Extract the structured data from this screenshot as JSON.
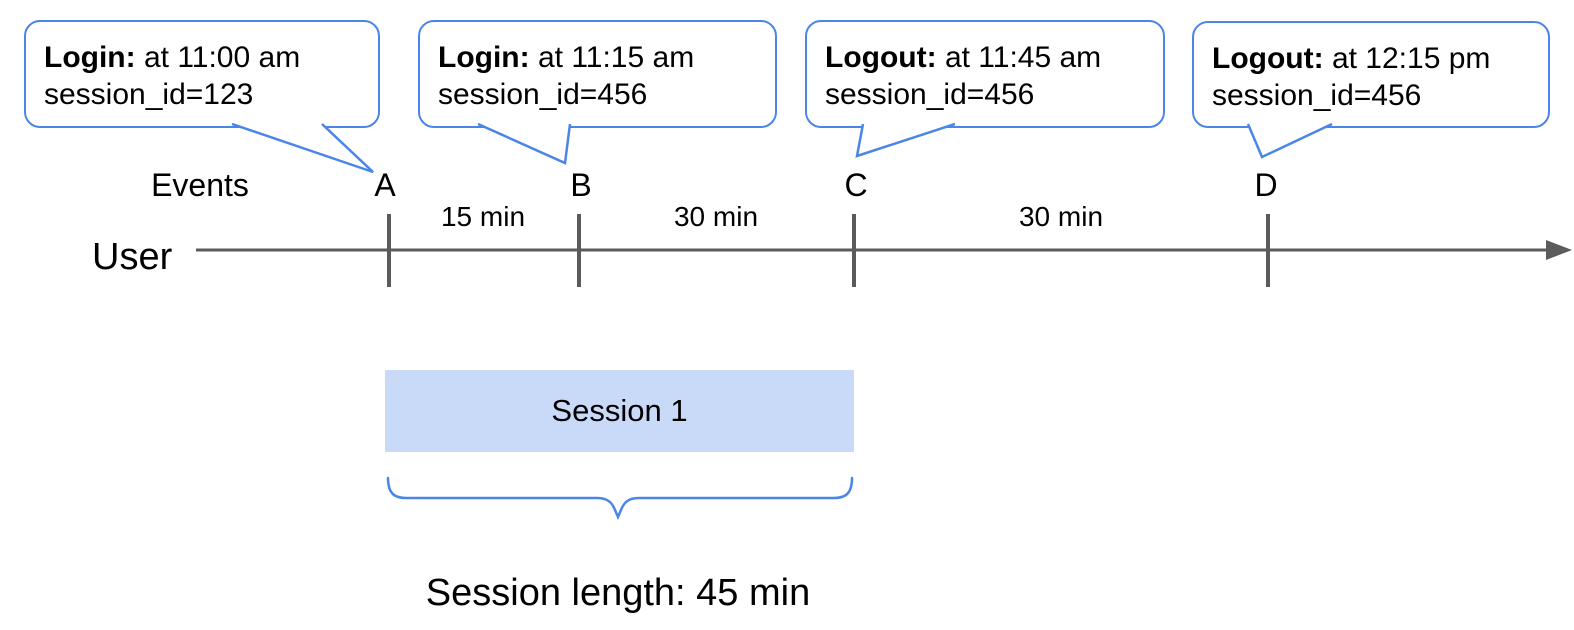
{
  "callouts": [
    {
      "label": "Login:",
      "time": " at 11:00 am",
      "session": "session_id=123"
    },
    {
      "label": "Login:",
      "time": " at 11:15 am",
      "session": "session_id=456"
    },
    {
      "label": "Logout:",
      "time": " at 11:45 am",
      "session": "session_id=456"
    },
    {
      "label": "Logout:",
      "time": " at 12:15 pm",
      "session": "session_id=456"
    }
  ],
  "timeline": {
    "axis_label": "Events",
    "user_label": "User",
    "events": [
      "A",
      "B",
      "C",
      "D"
    ],
    "intervals": [
      "15 min",
      "30 min",
      "30 min"
    ]
  },
  "session": {
    "box_label": "Session 1",
    "length_label": "Session length: 45 min"
  },
  "colors": {
    "accent_blue": "#4a86e8",
    "session_fill": "#c9daf8",
    "line_gray": "#5b5b5b",
    "text": "#000000"
  }
}
